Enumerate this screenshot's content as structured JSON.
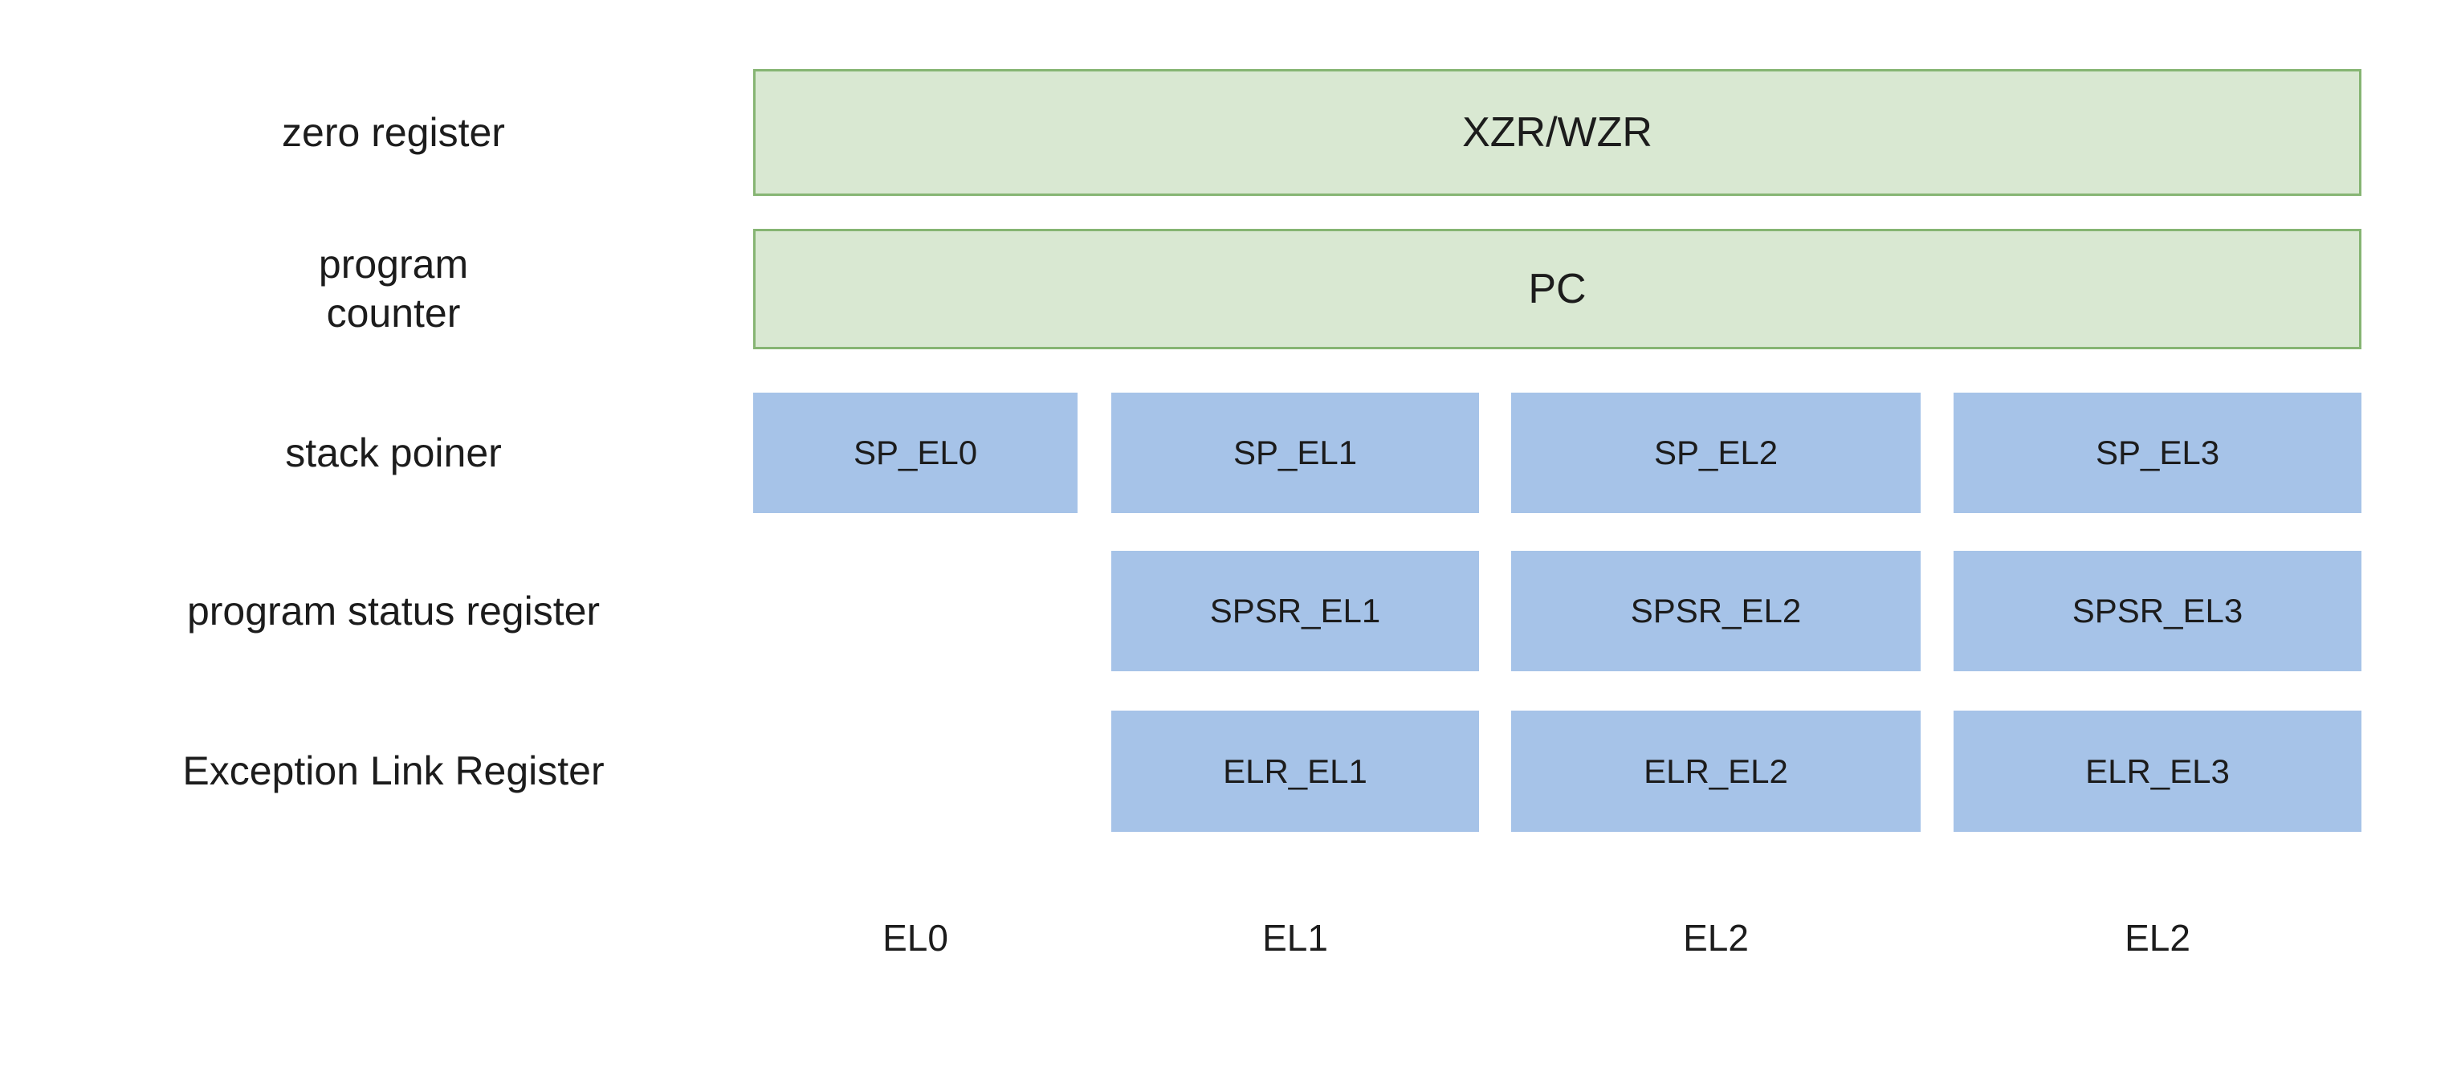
{
  "diagram": {
    "row_labels": [
      "zero register",
      "program\ncounter",
      "stack poiner",
      "program status register",
      "Exception Link Register"
    ],
    "green_boxes": [
      {
        "label": "XZR/WZR"
      },
      {
        "label": "PC"
      }
    ],
    "blue_boxes": {
      "sp": [
        "SP_EL0",
        "SP_EL1",
        "SP_EL2",
        "SP_EL3"
      ],
      "spsr": [
        "SPSR_EL1",
        "SPSR_EL2",
        "SPSR_EL3"
      ],
      "elr": [
        "ELR_EL1",
        "ELR_EL2",
        "ELR_EL3"
      ]
    },
    "column_labels": [
      "EL0",
      "EL1",
      "EL2",
      "EL2"
    ],
    "colors": {
      "green_fill": "#d9e8d2",
      "green_border": "#86b573",
      "blue_fill": "#a6c3e8",
      "text": "#1c1c1c"
    }
  }
}
